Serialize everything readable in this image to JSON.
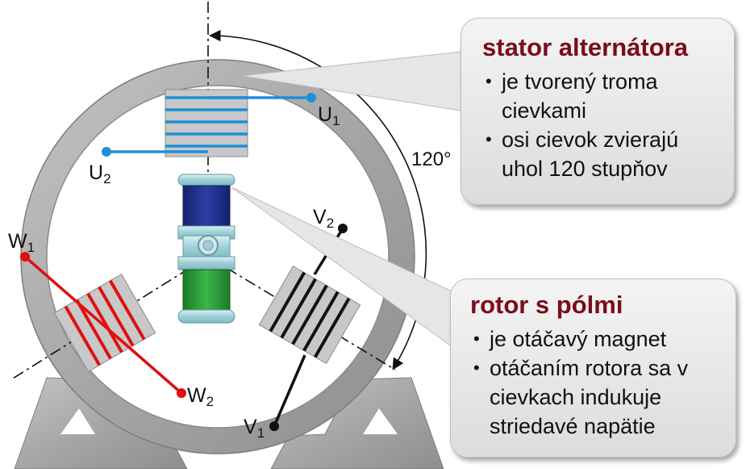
{
  "stator_callout": {
    "title": "stator alternátora",
    "bullets": [
      "je tvorený troma cievkami",
      "osi cievok zvierajú uhol 120 stupňov"
    ]
  },
  "rotor_callout": {
    "title": "rotor s pólmi",
    "bullets": [
      "je otáčavý magnet",
      "otáčaním rotora sa v cievkach indukuje striedavé napätie"
    ]
  },
  "angle_label": "120°",
  "terminals": {
    "u1": {
      "letter": "U",
      "index": "1"
    },
    "u2": {
      "letter": "U",
      "index": "2"
    },
    "v1": {
      "letter": "V",
      "index": "1"
    },
    "v2": {
      "letter": "V",
      "index": "2"
    },
    "w1": {
      "letter": "W",
      "index": "1"
    },
    "w2": {
      "letter": "W",
      "index": "2"
    }
  },
  "colors": {
    "coil_u": "#1e90d8",
    "coil_v": "#111111",
    "coil_w": "#e01010",
    "rotor_north": "#1f2d8c",
    "rotor_south": "#2a9a35",
    "callout_title": "#7a0c1c",
    "frame": "#a9a9a9"
  }
}
